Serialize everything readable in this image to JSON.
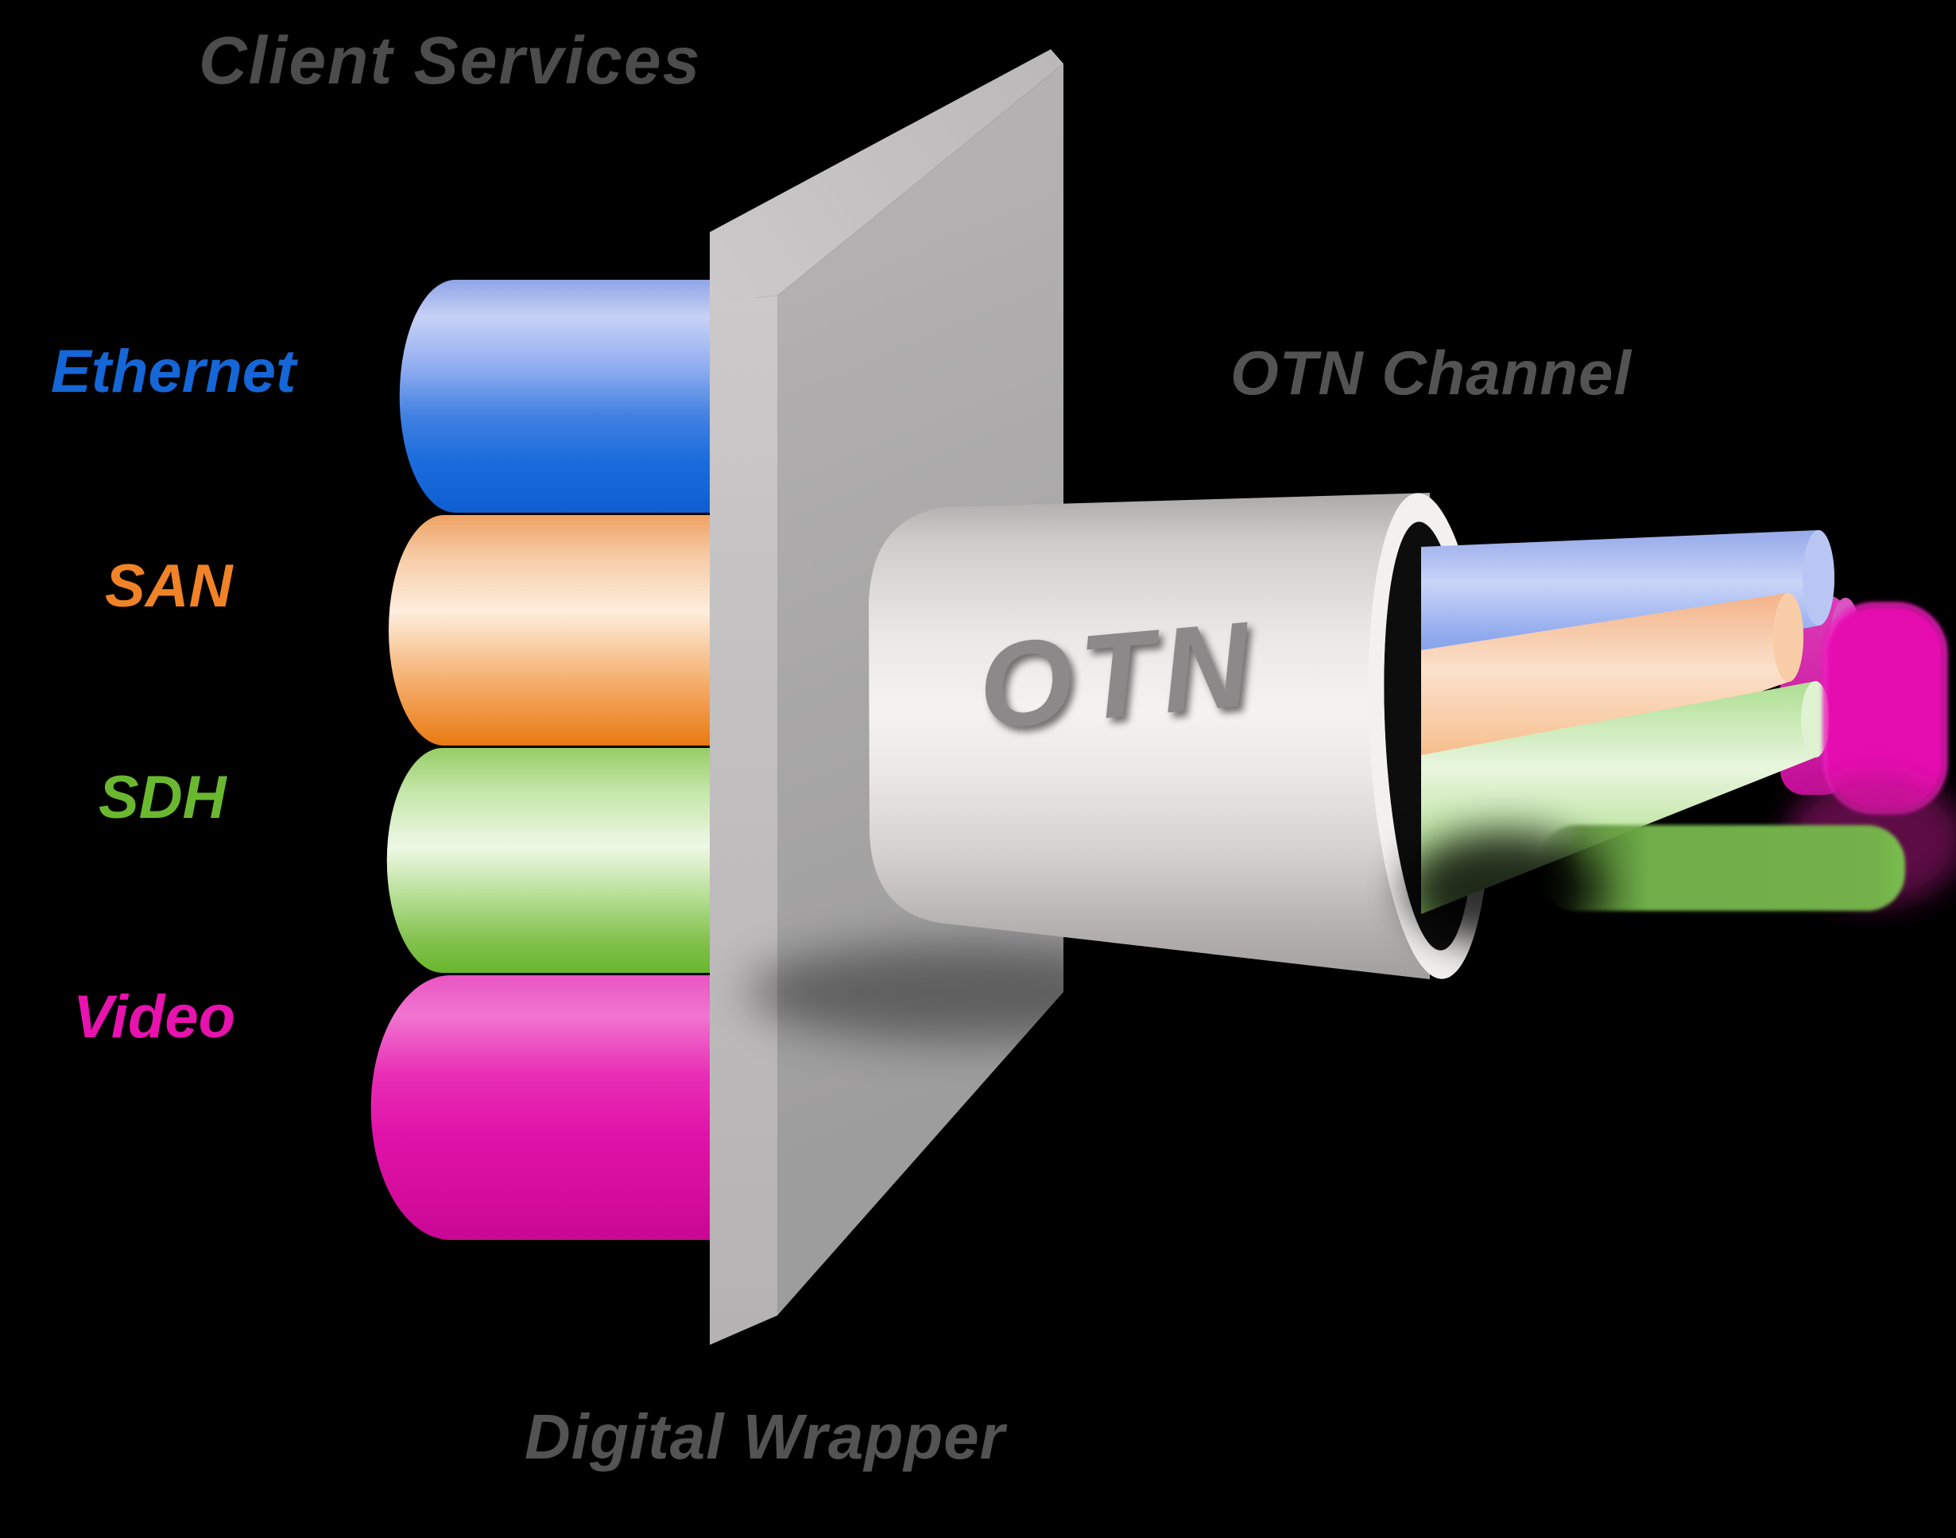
{
  "diagram": {
    "title": "Client Services",
    "client_services": [
      {
        "label": "Ethernet",
        "color": "#1566d6"
      },
      {
        "label": "SAN",
        "color": "#f08227"
      },
      {
        "label": "SDH",
        "color": "#6ab82f"
      },
      {
        "label": "Video",
        "color": "#e812ae"
      }
    ],
    "wrapper_label": "Digital Wrapper",
    "channel_label": "OTN Channel",
    "tube_label": "OTN",
    "colors": {
      "background": "#000000",
      "title_gray": "#4c4c4c",
      "caption_gray": "#535353",
      "otn_text_gray": "#8b8989",
      "panel_front_gray": "#a7a5a5",
      "panel_edge_gray": "#c6c4c4",
      "tube_body_gray": "#efeceb",
      "tube_rim_white": "#f3f1f0",
      "glow_green": "#6fae48",
      "glow_magenta": "#e60fb0"
    }
  }
}
